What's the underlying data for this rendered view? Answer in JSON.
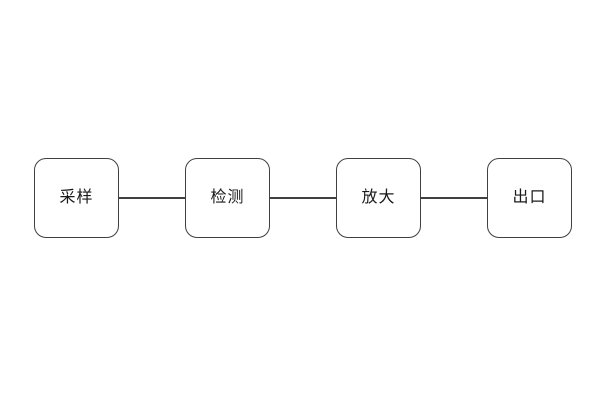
{
  "diagram": {
    "type": "flowchart",
    "direction": "horizontal",
    "nodes": [
      {
        "id": "sampling",
        "label": "采样"
      },
      {
        "id": "detection",
        "label": "检测"
      },
      {
        "id": "amplification",
        "label": "放大"
      },
      {
        "id": "output",
        "label": "出口"
      }
    ],
    "connections": [
      {
        "from": "sampling",
        "to": "detection",
        "style": "plain-line"
      },
      {
        "from": "detection",
        "to": "amplification",
        "style": "plain-line"
      },
      {
        "from": "amplification",
        "to": "output",
        "style": "plain-line"
      }
    ],
    "colors": {
      "background": "#ffffff",
      "node_fill": "#ffffff",
      "node_border": "#404040",
      "connector": "#404040",
      "text": "#1a1a1a"
    }
  }
}
